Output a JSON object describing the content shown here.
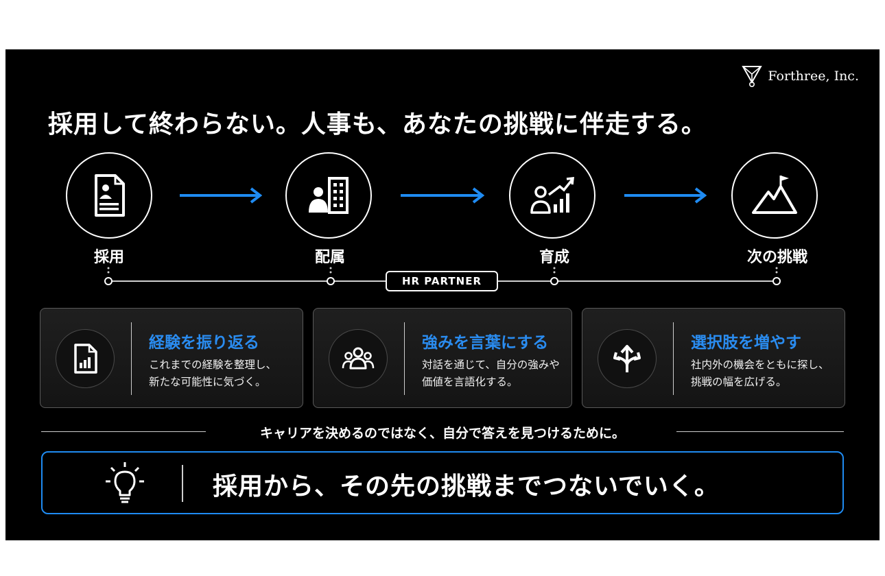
{
  "brand": {
    "name": "Forthree, Inc."
  },
  "headline": "採用して終わらない。人事も、あなたの挑戦に伴走する。",
  "steps": [
    {
      "label": "採用",
      "icon": "document-person-icon"
    },
    {
      "label": "配属",
      "icon": "person-building-icon"
    },
    {
      "label": "育成",
      "icon": "person-growth-chart-icon"
    },
    {
      "label": "次の挑戦",
      "icon": "mountain-flag-icon"
    }
  ],
  "timeline": {
    "badge": "HR PARTNER"
  },
  "cards": [
    {
      "title": "経験を振り返る",
      "line1": "これまでの経験を整理し、",
      "line2": "新たな可能性に気づく。",
      "icon": "report-chart-icon"
    },
    {
      "title": "強みを言葉にする",
      "line1": "対話を通じて、自分の強みや",
      "line2": "価値を言語化する。",
      "icon": "group-people-icon"
    },
    {
      "title": "選択肢を増やす",
      "line1": "社内外の機会をともに探し、",
      "line2": "挑戦の幅を広げる。",
      "icon": "branching-arrows-icon"
    }
  ],
  "subline": "キャリアを決めるのではなく、自分で答えを見つけるために。",
  "banner": {
    "text": "採用から、その先の挑戦までつないでいく。",
    "icon": "lightbulb-icon"
  },
  "colors": {
    "accent": "#1f8bf2",
    "background": "#000000",
    "text": "#ffffff"
  }
}
